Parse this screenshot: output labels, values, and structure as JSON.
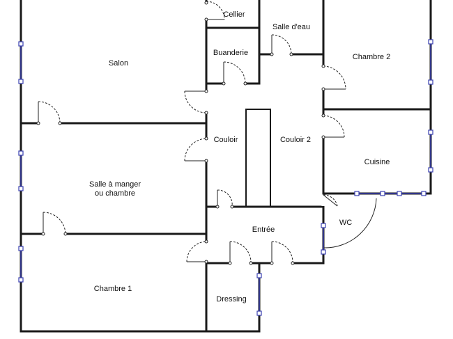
{
  "rooms": {
    "cellier": "Cellier",
    "salle_deau": "Salle d'eau",
    "buanderie": "Buanderie",
    "chambre2": "Chambre 2",
    "salon": "Salon",
    "couloir": "Couloir",
    "couloir2": "Couloir 2",
    "cuisine": "Cuisine",
    "salle_manger_line1": "Salle à manger",
    "salle_manger_line2": "ou chambre",
    "entree": "Entrée",
    "wc": "WC",
    "chambre1": "Chambre 1",
    "dressing": "Dressing"
  },
  "colors": {
    "wall": "#1a1a1a",
    "window": "#3a3fb0",
    "background": "#ffffff"
  }
}
